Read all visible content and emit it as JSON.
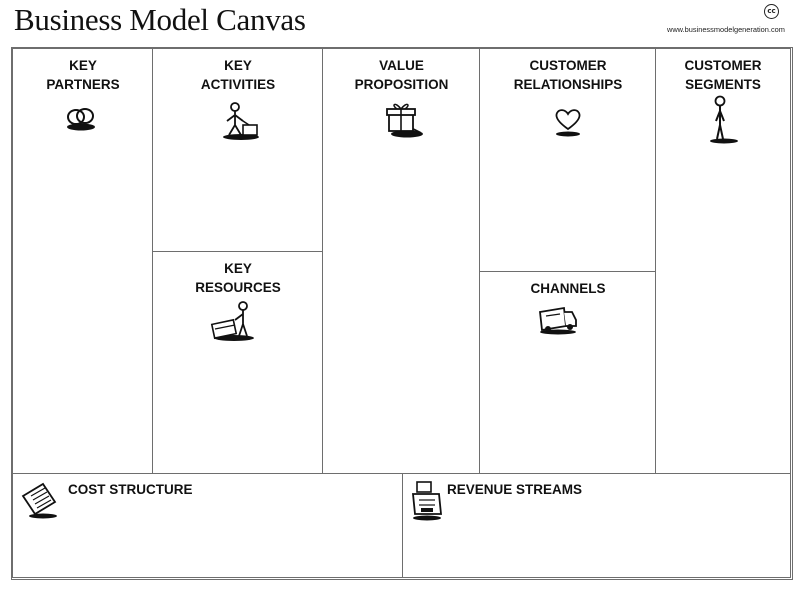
{
  "header": {
    "title": "Business Model Canvas",
    "cc_badge": "cc",
    "url": "www.businessmodelgeneration.com"
  },
  "blocks": {
    "key_partners": {
      "title": "KEY\nPARTNERS",
      "icon": "linked-rings-icon"
    },
    "key_activities": {
      "title": "KEY\nACTIVITIES",
      "icon": "person-working-icon"
    },
    "key_resources": {
      "title": "KEY\nRESOURCES",
      "icon": "person-with-crates-icon"
    },
    "value_proposition": {
      "title": "VALUE\nPROPOSITION",
      "icon": "gift-box-icon"
    },
    "customer_relationships": {
      "title": "CUSTOMER\nRELATIONSHIPS",
      "icon": "heart-icon"
    },
    "channels": {
      "title": "CHANNELS",
      "icon": "delivery-truck-icon"
    },
    "customer_segments": {
      "title": "CUSTOMER\nSEGMENTS",
      "icon": "standing-person-icon"
    },
    "cost_structure": {
      "title": "COST STRUCTURE",
      "icon": "receipt-icon"
    },
    "revenue_streams": {
      "title": "REVENUE STREAMS",
      "icon": "cash-register-icon"
    }
  }
}
